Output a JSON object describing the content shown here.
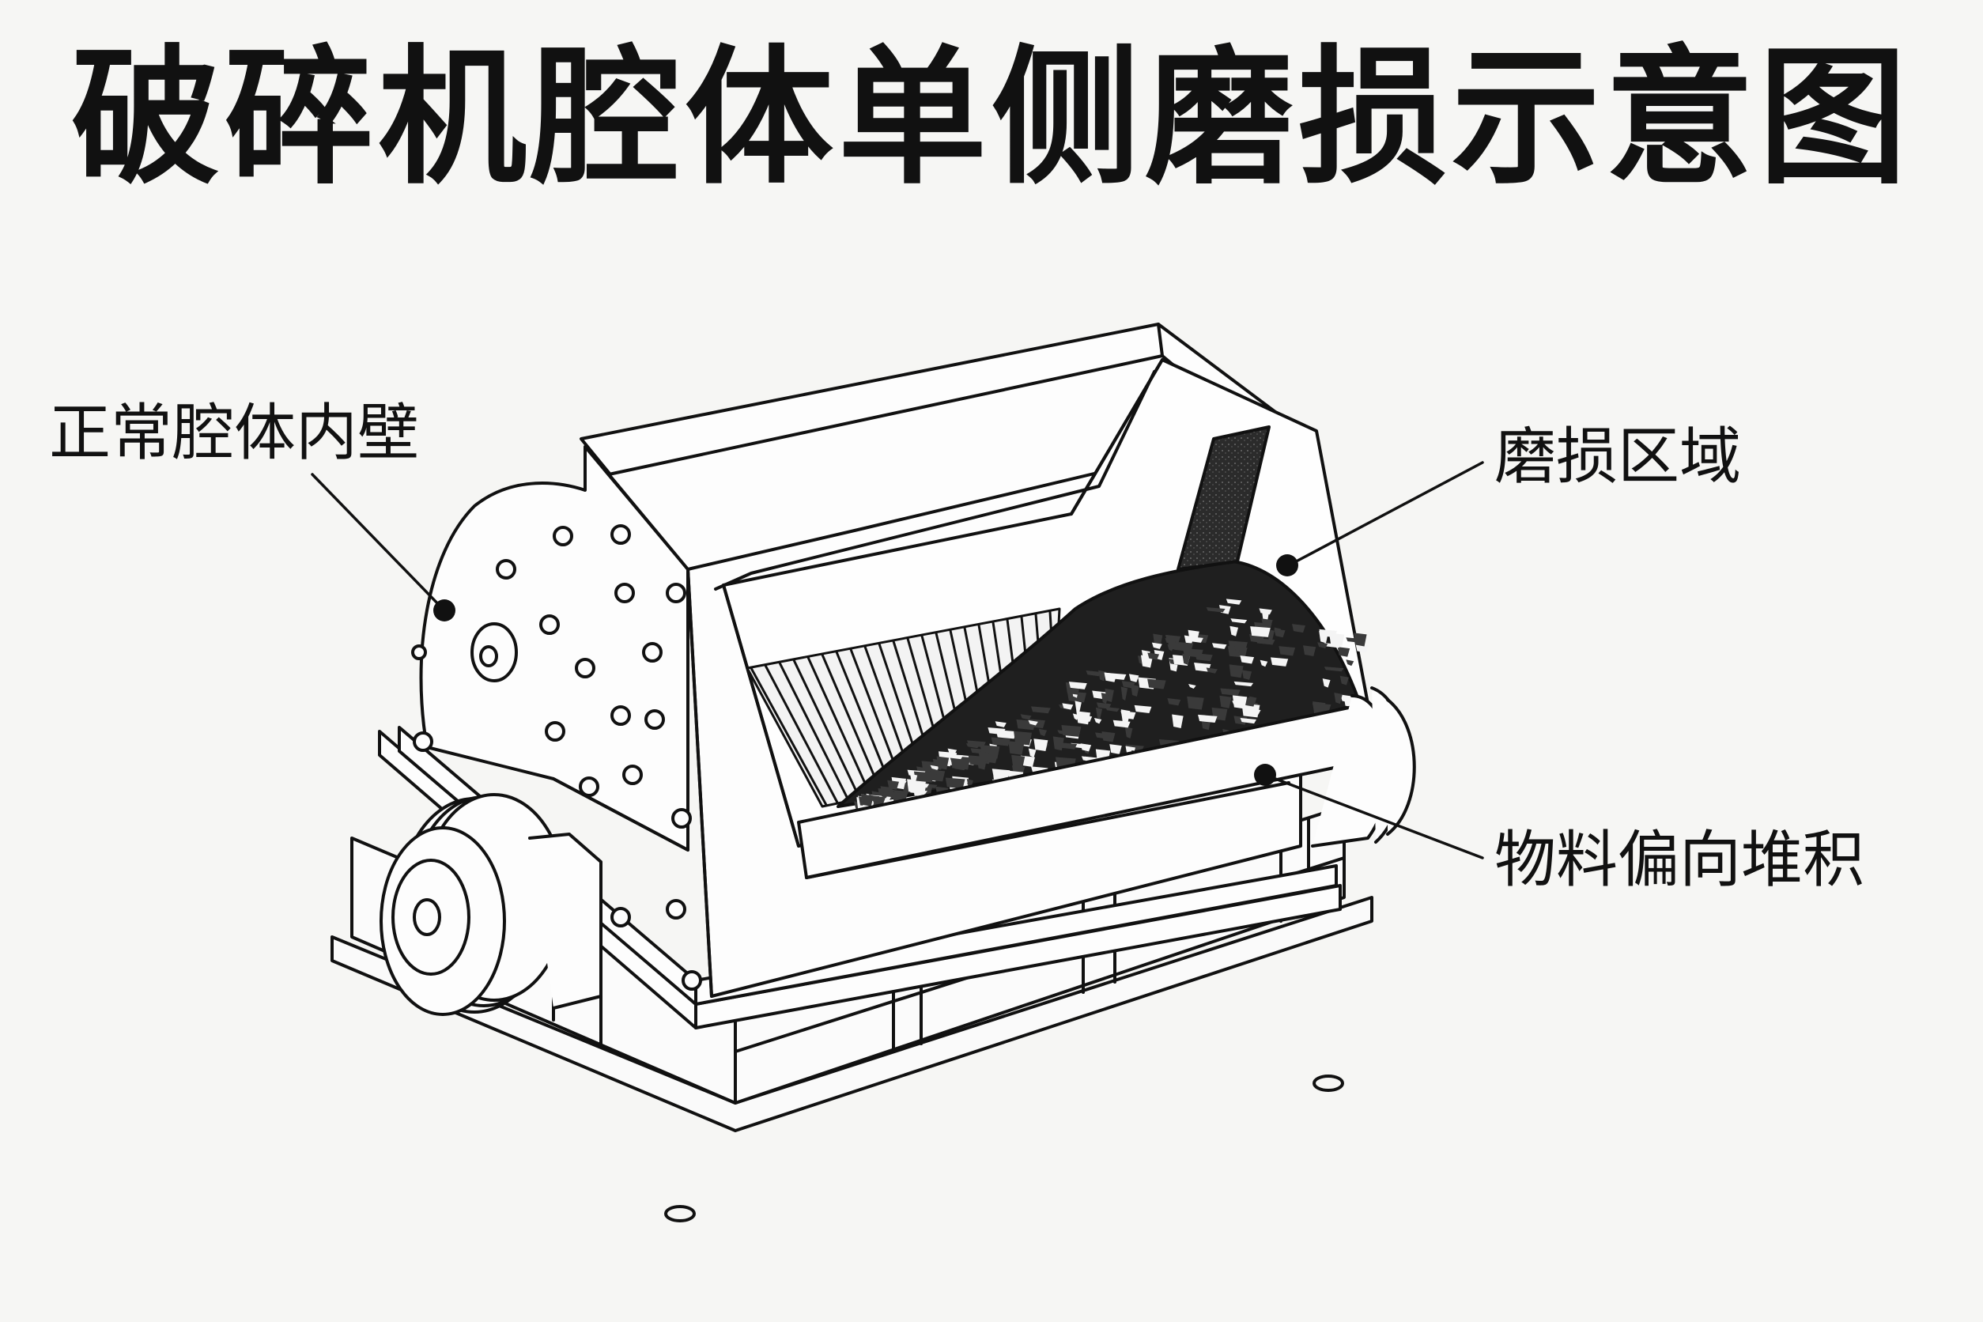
{
  "title": "破碎机腔体单侧磨损示意图",
  "callouts": {
    "normal_wall": "正常腔体内壁",
    "wear_zone": "磨损区域",
    "material_pile": "物料偏向堆积"
  },
  "colors": {
    "background": "#f6f6f4",
    "line": "#111111",
    "wear_fill": "#2a2a2a",
    "rock": "#1a1a1a"
  }
}
